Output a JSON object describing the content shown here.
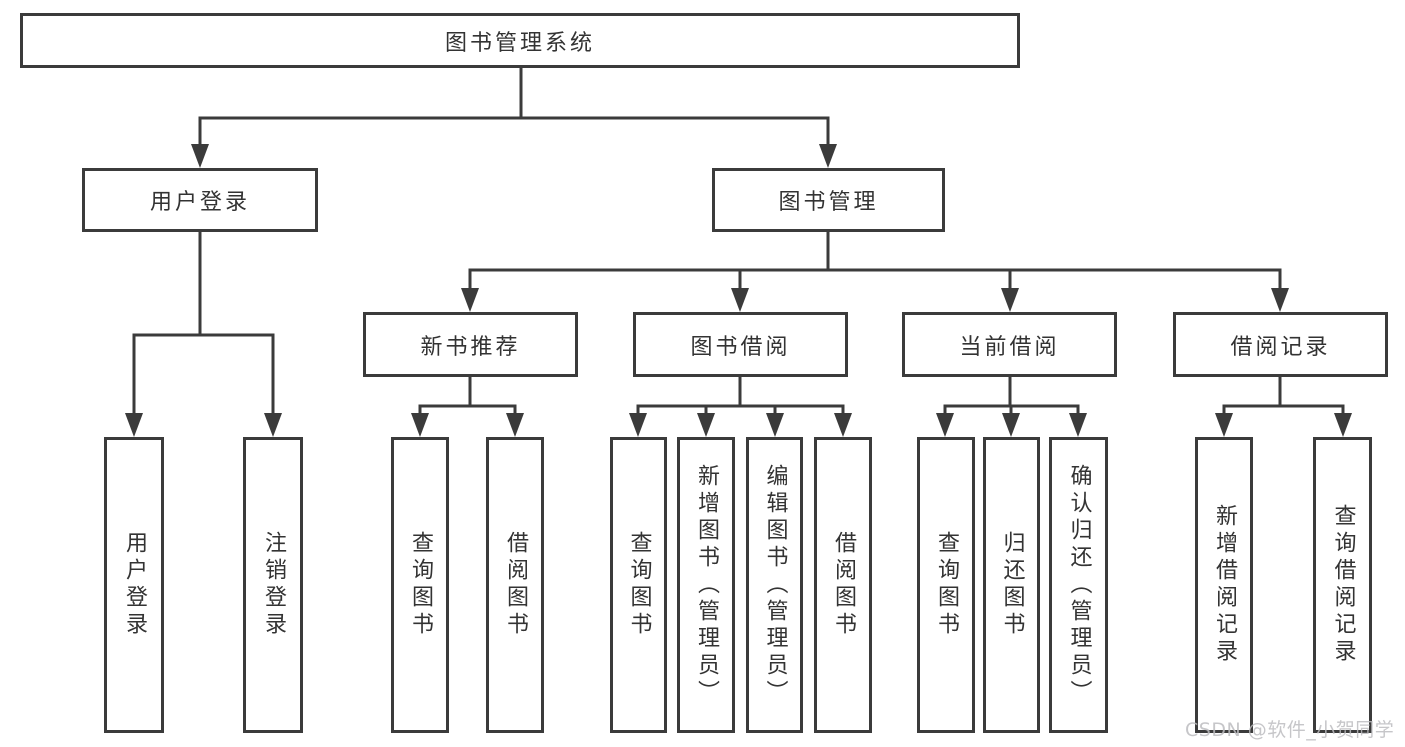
{
  "colors": {
    "line": "#3b3b3b",
    "text": "#333333",
    "background": "#ffffff",
    "watermark": "#bdbdc0"
  },
  "watermark": {
    "text": "CSDN @软件_小贺同学"
  },
  "tree": {
    "root": {
      "label": "图书管理系统",
      "children": [
        {
          "label": "用户登录",
          "children": [
            {
              "label": "用户登录"
            },
            {
              "label": "注销登录"
            }
          ]
        },
        {
          "label": "图书管理",
          "children": [
            {
              "label": "新书推荐",
              "children": [
                {
                  "label": "查询图书"
                },
                {
                  "label": "借阅图书"
                }
              ]
            },
            {
              "label": "图书借阅",
              "children": [
                {
                  "label": "查询图书"
                },
                {
                  "label": "新增图书（管理员）"
                },
                {
                  "label": "编辑图书（管理员）"
                },
                {
                  "label": "借阅图书"
                }
              ]
            },
            {
              "label": "当前借阅",
              "children": [
                {
                  "label": "查询图书"
                },
                {
                  "label": "归还图书"
                },
                {
                  "label": "确认归还（管理员）"
                }
              ]
            },
            {
              "label": "借阅记录",
              "children": [
                {
                  "label": "新增借阅记录"
                },
                {
                  "label": "查询借阅记录"
                }
              ]
            }
          ]
        }
      ]
    }
  }
}
